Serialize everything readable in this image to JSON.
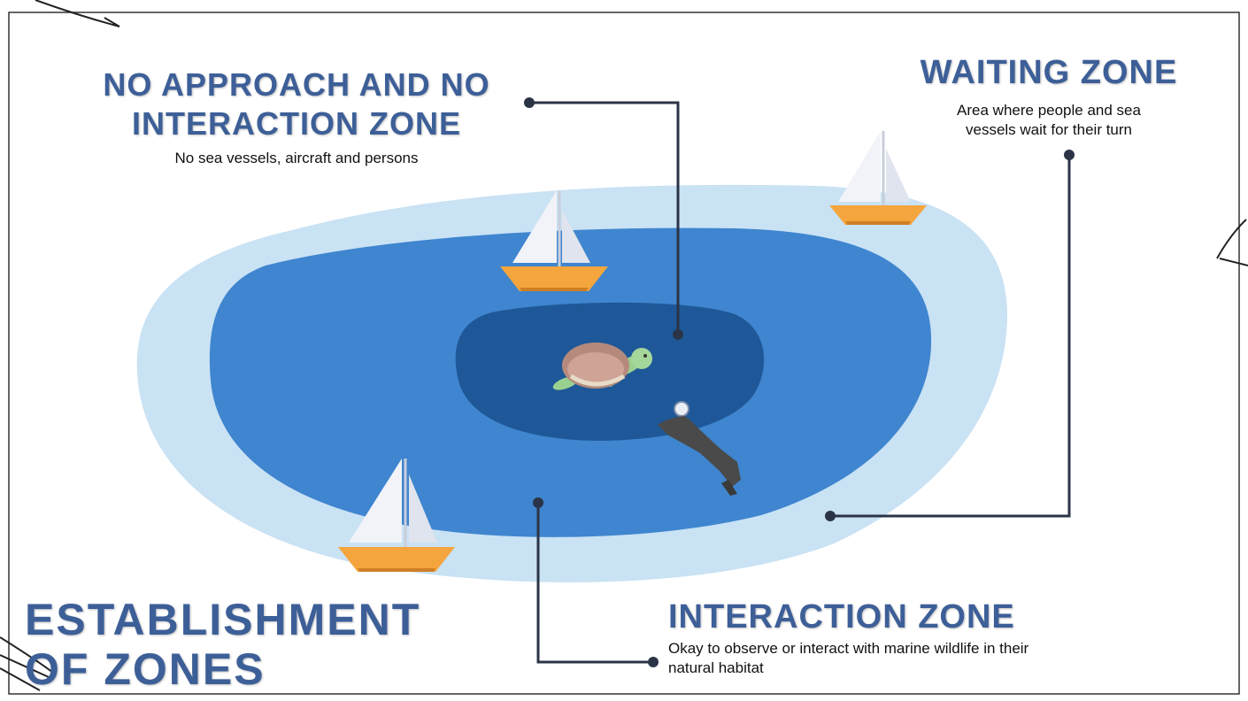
{
  "zones": {
    "no_approach": {
      "title_line1": "NO APPROACH AND NO",
      "title_line2": "INTERACTION ZONE",
      "description": "No sea vessels, aircraft and persons"
    },
    "waiting": {
      "title": "WAITING ZONE",
      "description_line1": "Area where people and sea",
      "description_line2": "vessels wait for their turn"
    },
    "interaction": {
      "title": "INTERACTION ZONE",
      "description_line1": "Okay to observe or interact with marine wildlife in their",
      "description_line2": "natural habitat"
    }
  },
  "main_title": {
    "line1": "ESTABLISHMENT",
    "line2": "OF ZONES"
  },
  "colors": {
    "outer_zone": "#c9e2f4",
    "middle_zone": "#3f85cf",
    "inner_zone": "#1e5898",
    "title_text": "#3d5f98",
    "connector": "#2b3447",
    "boat_hull": "#f5a53d"
  }
}
